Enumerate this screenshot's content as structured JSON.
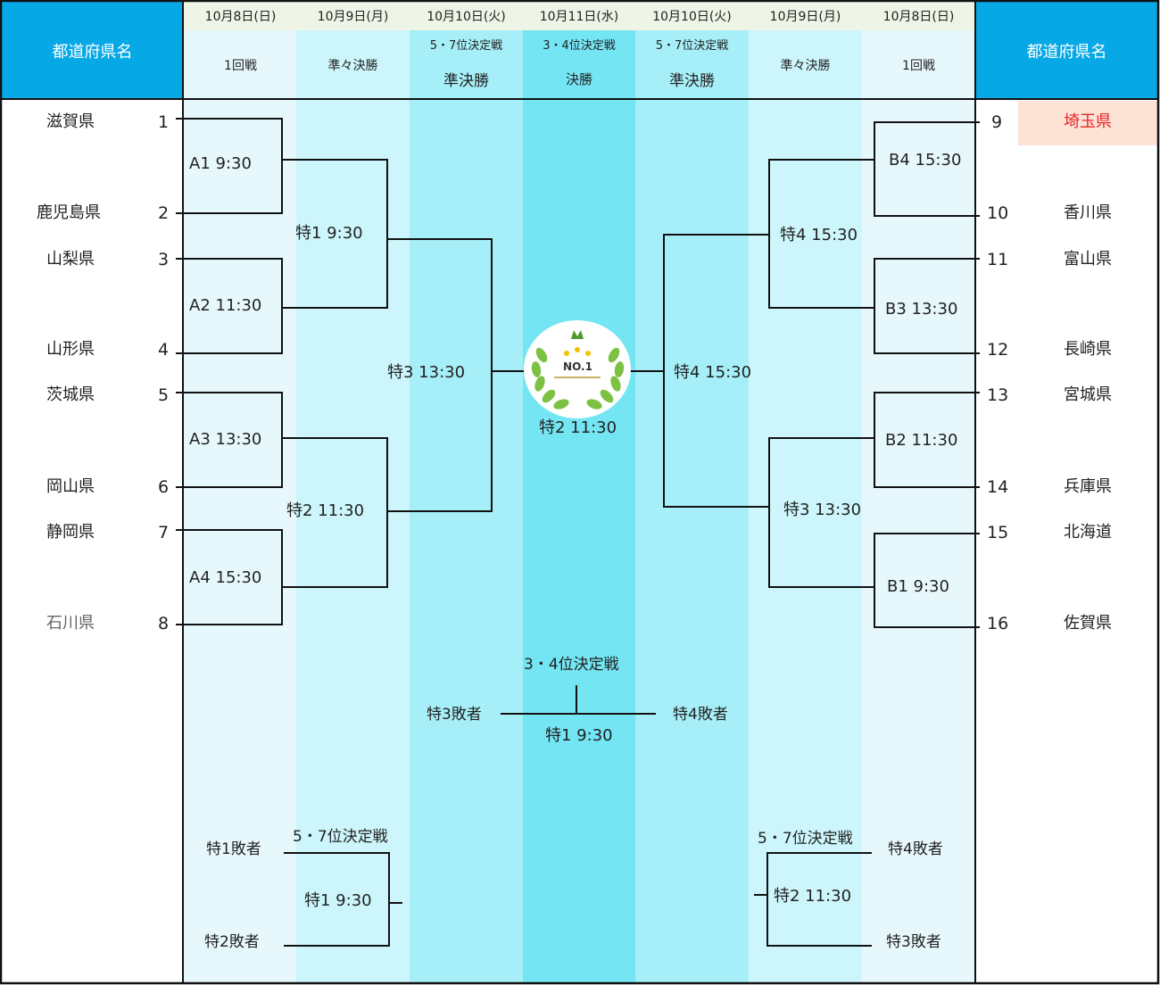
{
  "header": {
    "pref_col_label": "都道府県名",
    "dates": [
      "10月8日(日)",
      "10月9日(月)",
      "10月10日(火)",
      "10月11日(水)",
      "10月10日(火)",
      "10月9日(月)",
      "10月8日(日)"
    ],
    "rounds": {
      "first": "1回戦",
      "quarter": "準々決勝",
      "semi_top": "5・7位決定戦",
      "semi": "準決勝",
      "final_top": "3・4位決定戦",
      "final": "決勝"
    }
  },
  "left_teams": [
    {
      "seed": "1",
      "pref": "滋賀県"
    },
    {
      "seed": "2",
      "pref": "鹿児島県"
    },
    {
      "seed": "3",
      "pref": "山梨県"
    },
    {
      "seed": "4",
      "pref": "山形県"
    },
    {
      "seed": "5",
      "pref": "茨城県"
    },
    {
      "seed": "6",
      "pref": "岡山県"
    },
    {
      "seed": "7",
      "pref": "静岡県"
    },
    {
      "seed": "8",
      "pref": "石川県"
    }
  ],
  "right_teams": [
    {
      "seed": "9",
      "pref": "埼玉県"
    },
    {
      "seed": "10",
      "pref": "香川県"
    },
    {
      "seed": "11",
      "pref": "富山県"
    },
    {
      "seed": "12",
      "pref": "長崎県"
    },
    {
      "seed": "13",
      "pref": "宮城県"
    },
    {
      "seed": "14",
      "pref": "兵庫県"
    },
    {
      "seed": "15",
      "pref": "北海道"
    },
    {
      "seed": "16",
      "pref": "佐賀県"
    }
  ],
  "matches": {
    "a1": "A1 9:30",
    "a2": "A2 11:30",
    "a3": "A3 13:30",
    "a4": "A4 15:30",
    "b4": "B4  15:30",
    "b3": "B3  13:30",
    "b2": "B2  11:30",
    "b1": "B1  9:30",
    "left_qf1": "特1 9:30",
    "left_qf2": "特2 11:30",
    "right_qf1": "特4 15:30",
    "right_qf2": "特3 13:30",
    "left_sf": "特3 13:30",
    "right_sf": "特4 15:30",
    "final": "特2 11:30"
  },
  "trophy": {
    "text": "NO.1"
  },
  "third_place": {
    "title": "3・4位決定戦",
    "left": "特3敗者",
    "right": "特4敗者",
    "match": "特1 9:30"
  },
  "fifth_left": {
    "title": "5・7位決定戦",
    "top": "特1敗者",
    "bottom": "特2敗者",
    "match": "特1 9:30"
  },
  "fifth_right": {
    "title": "5・7位決定戦",
    "top": "特4敗者",
    "bottom": "特3敗者",
    "match": "特2 11:30"
  },
  "colors": {
    "header_blue": "#06a8e6",
    "highlight_pref": "#e8272c",
    "highlight_bg": "#fce3d6"
  }
}
